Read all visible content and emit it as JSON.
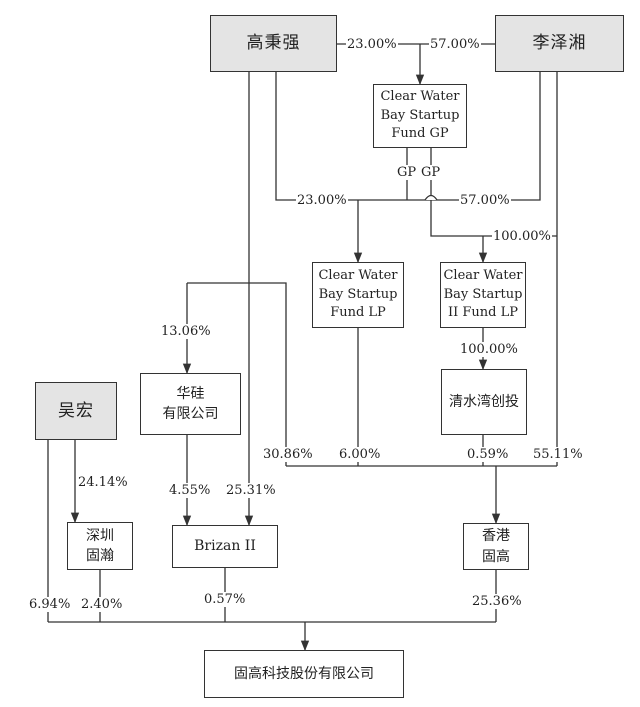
{
  "entities": {
    "gao_bingqiang": "高秉强",
    "li_zexiang": "李泽湘",
    "wu_hong": "吴宏",
    "cwb_fund_gp": "Clear Water\nBay Startup\nFund GP",
    "cwb_fund_lp": "Clear Water\nBay Startup\nFund LP",
    "cwb_ii_fund_lp": "Clear Water\nBay Startup\nII Fund LP",
    "huagui": "华硅\n有限公司",
    "qingshuiwan": "清水湾创投",
    "shenzhen_guhan": "深圳\n固瀚",
    "brizan": "Brizan II",
    "hongkong_gugao": "香港\n固高",
    "gugao_tech": "固高科技股份有限公司"
  },
  "labels": {
    "gao_to_gp": "23.00%",
    "li_to_gp": "57.00%",
    "gp_left": "GP",
    "gp_right": "GP",
    "gao_to_lp": "23.00%",
    "li_to_lp": "57.00%",
    "gp_to_ii": "100.00%",
    "huagui_in": "13.06%",
    "ii_to_qsw": "100.00%",
    "lp_direct_hk": "30.86%",
    "fundlp_to_hk": "6.00%",
    "qsw_to_hk": "0.59%",
    "li_to_hk": "55.11%",
    "wu_to_guhan": "24.14%",
    "huagui_to_brizan": "4.55%",
    "gao_to_brizan": "25.31%",
    "wu_to_gugao": "6.94%",
    "guhan_to_gugao": "2.40%",
    "brizan_to_gugao": "0.57%",
    "hk_to_gugao": "25.36%"
  }
}
